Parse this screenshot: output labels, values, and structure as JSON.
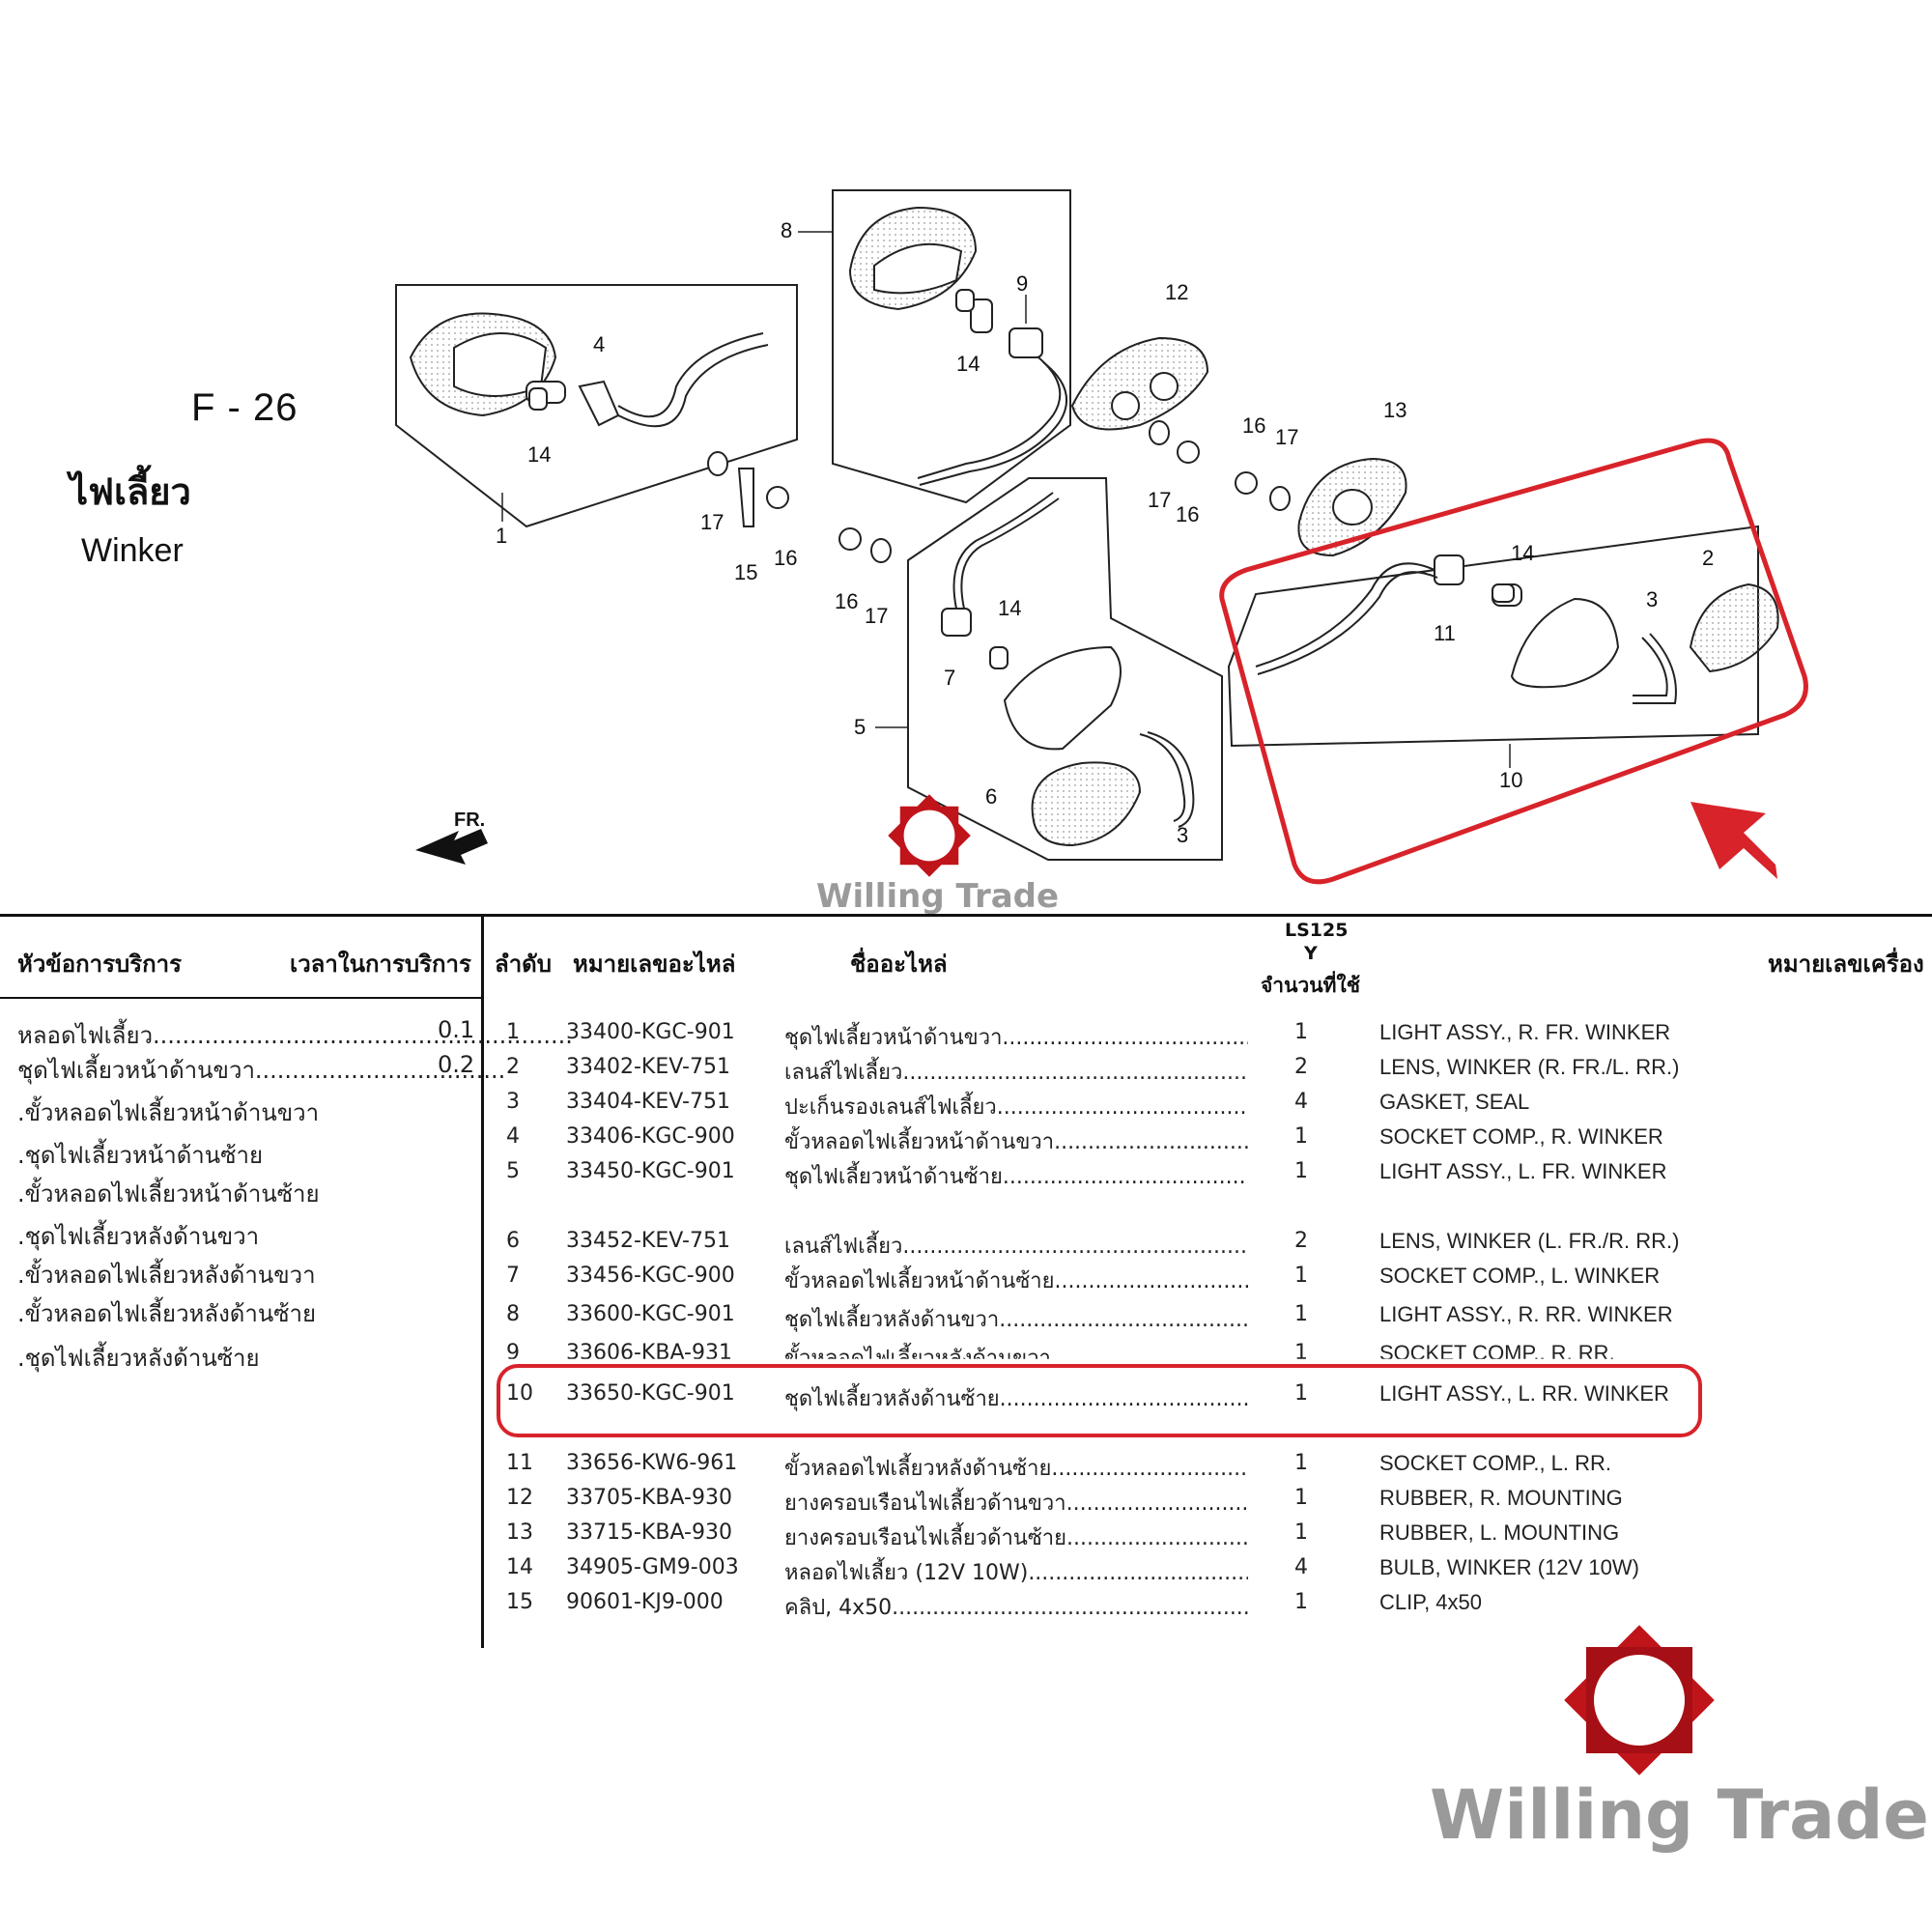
{
  "header": {
    "code": "F - 26",
    "title_th": "ไฟเลี้ยว",
    "title_en": "Winker"
  },
  "diagram": {
    "callouts": [
      "1",
      "2",
      "3",
      "4",
      "5",
      "6",
      "7",
      "8",
      "9",
      "10",
      "11",
      "12",
      "13",
      "14",
      "15",
      "16",
      "17"
    ],
    "front_arrow": "FR.",
    "highlight_color": "#d8232a"
  },
  "watermark": {
    "text": "Willing Trade",
    "logo_color": "#c0141b"
  },
  "table": {
    "col_service": "หัวข้อการบริการ",
    "col_time": "เวลาในการบริการ",
    "col_no": "ลำดับ",
    "col_part": "หมายเลขอะไหล่",
    "col_name": "ชื่ออะไหล่",
    "model": "LS125",
    "model_code": "Y",
    "col_qty": "จำนวนที่ใช้",
    "col_engine": "หมายเลขเครื่อง",
    "service_items": [
      {
        "label": "หลอดไฟเลี้ยว.........................................................",
        "time": "0.1"
      },
      {
        "label": "ชุดไฟเลี้ยวหน้าด้านขวา..................................",
        "time": "0.2"
      },
      {
        "label": ".ขั้วหลอดไฟเลี้ยวหน้าด้านขวา",
        "time": ""
      },
      {
        "label": ".ชุดไฟเลี้ยวหน้าด้านซ้าย",
        "time": ""
      },
      {
        "label": ".ขั้วหลอดไฟเลี้ยวหน้าด้านซ้าย",
        "time": ""
      },
      {
        "label": ".ชุดไฟเลี้ยวหลังด้านขวา",
        "time": ""
      },
      {
        "label": ".ขั้วหลอดไฟเลี้ยวหลังด้านขวา",
        "time": ""
      },
      {
        "label": ".ขั้วหลอดไฟเลี้ยวหลังด้านซ้าย",
        "time": ""
      },
      {
        "label": ".ชุดไฟเลี้ยวหลังด้านซ้าย",
        "time": ""
      }
    ],
    "rows": [
      {
        "no": "1",
        "part": "33400-KGC-901",
        "name": "ชุดไฟเลี้ยวหน้าด้านขวา...........................................",
        "qty": "1",
        "en": "LIGHT ASSY., R. FR. WINKER"
      },
      {
        "no": "2",
        "part": "33402-KEV-751",
        "name": "เลนส์ไฟเลี้ยว...........................................................",
        "qty": "2",
        "en": "LENS, WINKER (R. FR./L. RR.)"
      },
      {
        "no": "3",
        "part": "33404-KEV-751",
        "name": "ปะเก็นรองเลนส์ไฟเลี้ยว...........................................",
        "qty": "4",
        "en": "GASKET, SEAL"
      },
      {
        "no": "4",
        "part": "33406-KGC-900",
        "name": "ขั้วหลอดไฟเลี้ยวหน้าด้านขวา...............................",
        "qty": "1",
        "en": "SOCKET COMP., R. WINKER"
      },
      {
        "no": "5",
        "part": "33450-KGC-901",
        "name": "ชุดไฟเลี้ยวหน้าด้านซ้าย..........................................",
        "qty": "1",
        "en": "LIGHT ASSY., L. FR. WINKER"
      },
      {
        "no": "6",
        "part": "33452-KEV-751",
        "name": "เลนส์ไฟเลี้ยว...........................................................",
        "qty": "2",
        "en": "LENS, WINKER (L. FR./R. RR.)"
      },
      {
        "no": "7",
        "part": "33456-KGC-900",
        "name": "ขั้วหลอดไฟเลี้ยวหน้าด้านซ้าย...............................",
        "qty": "1",
        "en": "SOCKET COMP., L. WINKER"
      },
      {
        "no": "8",
        "part": "33600-KGC-901",
        "name": "ชุดไฟเลี้ยวหลังด้านขวา...........................................",
        "qty": "1",
        "en": "LIGHT ASSY., R. RR. WINKER"
      },
      {
        "no": "9",
        "part": "33606-KBA-931",
        "name": "ขั้วหลอดไฟเลี้ยวหลังด้านขวา...............................",
        "qty": "1",
        "en": "SOCKET COMP., R. RR."
      },
      {
        "no": "10",
        "part": "33650-KGC-901",
        "name": "ชุดไฟเลี้ยวหลังด้านซ้าย...........................................",
        "qty": "1",
        "en": "LIGHT ASSY., L. RR. WINKER"
      },
      {
        "no": "11",
        "part": "33656-KW6-961",
        "name": "ขั้วหลอดไฟเลี้ยวหลังด้านซ้าย...............................",
        "qty": "1",
        "en": "SOCKET COMP., L. RR."
      },
      {
        "no": "12",
        "part": "33705-KBA-930",
        "name": "ยางครอบเรือนไฟเลี้ยวด้านขวา...............................",
        "qty": "1",
        "en": "RUBBER, R. MOUNTING"
      },
      {
        "no": "13",
        "part": "33715-KBA-930",
        "name": "ยางครอบเรือนไฟเลี้ยวด้านซ้าย.............................",
        "qty": "1",
        "en": "RUBBER, L. MOUNTING"
      },
      {
        "no": "14",
        "part": "34905-GM9-003",
        "name": "หลอดไฟเลี้ยว (12V 10W).........................................",
        "qty": "4",
        "en": "BULB, WINKER (12V 10W)"
      },
      {
        "no": "15",
        "part": "90601-KJ9-000",
        "name": "คลิป, 4x50..................................................................",
        "qty": "1",
        "en": "CLIP, 4x50"
      }
    ]
  }
}
